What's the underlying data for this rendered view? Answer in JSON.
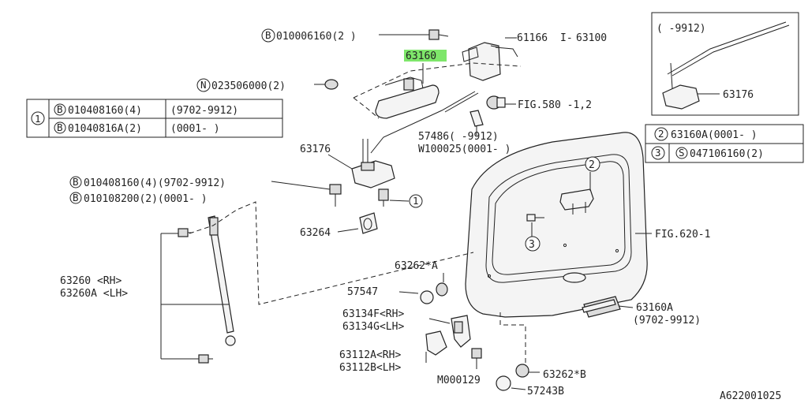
{
  "labels": {
    "bolt_top": "010006160(2 )",
    "part_61166": "61166",
    "part_63100": "63100",
    "part_63160": "63160",
    "nut": "023506000(2)",
    "bolt_010408160": "010408160(4)",
    "range_9702_9912": "(9702-9912)",
    "bolt_01040816A": "01040816A(2)",
    "range_0001": "(0001-       )",
    "fig580": "FIG.580 -1,2",
    "part_57486": "57486(  -9912)",
    "part_W100025": "W100025(0001-  )",
    "part_63176_main": "63176",
    "bolt_left_1": "010408160(4)(9702-9912)",
    "bolt_left_2": "010108200(2)(0001-       )",
    "part_63264": "63264",
    "strut_rh": "63260  <RH>",
    "strut_lh": "63260A <LH>",
    "cushion_a": "63262*A",
    "part_57547": "57547",
    "hinge_rh": "63134F<RH>",
    "hinge_lh": "63134G<LH>",
    "bracket_rh": "63112A<RH>",
    "bracket_lh": "63112B<LH>",
    "bolt_M000129": "M000129",
    "cushion_b": "63262*B",
    "part_57243B": "57243B",
    "fig620": "FIG.620-1",
    "part_63160A": "63160A",
    "range_63160A": "(9702-9912)",
    "inset_range": "(   -9912)",
    "inset_63176": "63176",
    "legend_2": "63160A(0001-     )",
    "legend_3": "047106160(2)",
    "diagram_code": "A622001025"
  },
  "markers": {
    "B": "B",
    "N": "N",
    "S": "S",
    "one": "1",
    "two": "2",
    "three": "3"
  },
  "colors": {
    "highlight": "#7ee66a",
    "line": "#222222"
  }
}
